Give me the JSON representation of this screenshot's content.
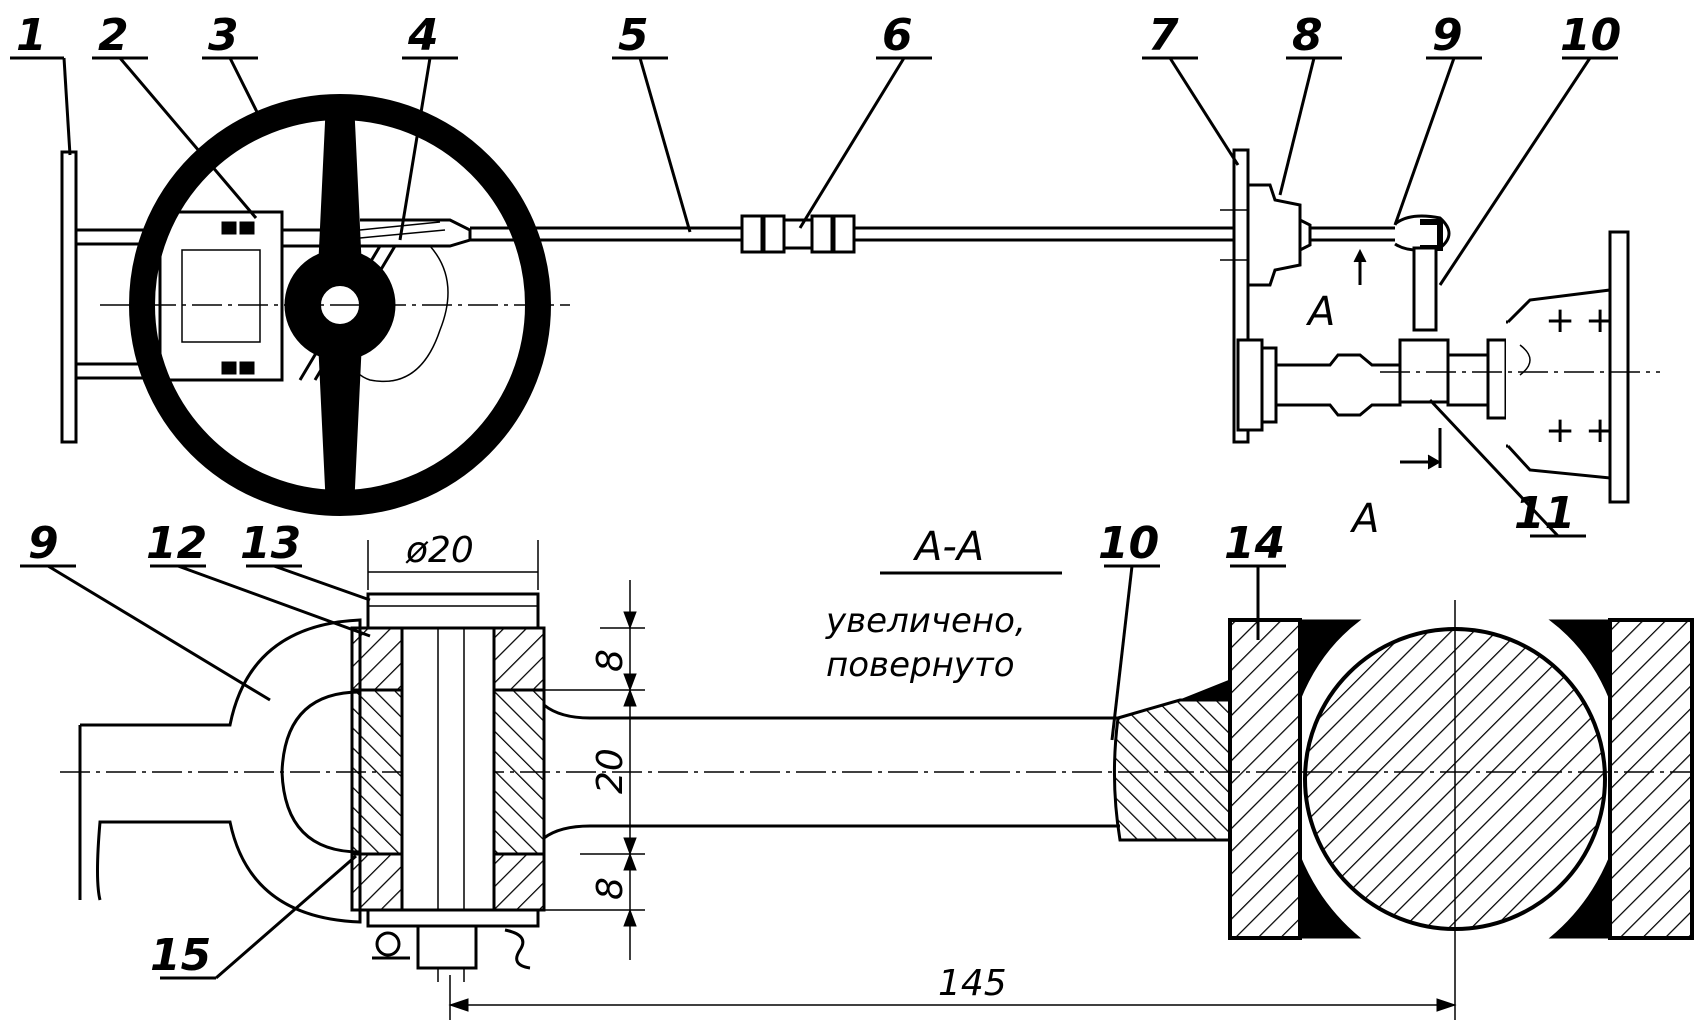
{
  "callouts": {
    "c1": "1",
    "c2": "2",
    "c3": "3",
    "c4": "4",
    "c5": "5",
    "c6": "6",
    "c7": "7",
    "c8": "8",
    "c9": "9",
    "c10": "10",
    "c11": "11",
    "c9b": "9",
    "c12": "12",
    "c13": "13",
    "c10b": "10",
    "c14": "14",
    "c15": "15"
  },
  "section": {
    "marker_top": "A",
    "marker_bottom": "A",
    "title": "А-А",
    "caption_line1": "увеличено,",
    "caption_line2": "повернуто"
  },
  "dimensions": {
    "diameter": "ø20",
    "top": "8",
    "middle": "20",
    "bottom": "8",
    "length": "145"
  }
}
